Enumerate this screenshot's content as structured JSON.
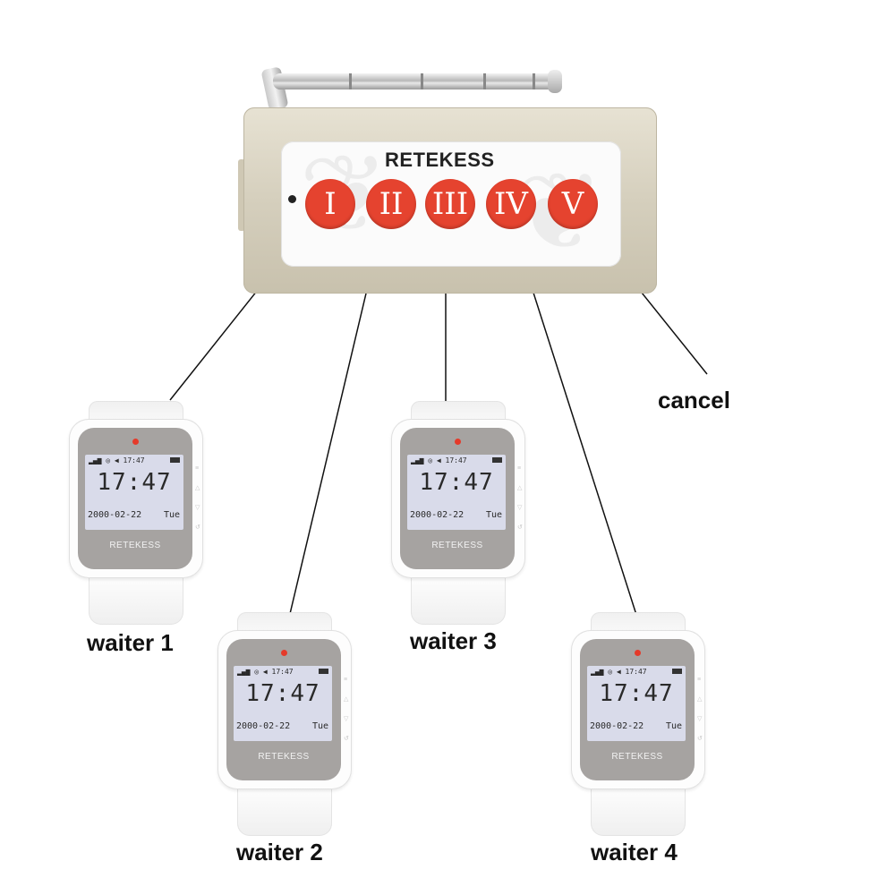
{
  "transmitter": {
    "brand": "RETEKESS",
    "keys": [
      "I",
      "II",
      "III",
      "IV",
      "V"
    ]
  },
  "watches": [
    {
      "status": "17:47",
      "time": "17:47",
      "date": "2000-02-22",
      "day": "Tue",
      "brand": "RETEKESS",
      "label": "waiter 1"
    },
    {
      "status": "17:47",
      "time": "17:47",
      "date": "2000-02-22",
      "day": "Tue",
      "brand": "RETEKESS",
      "label": "waiter 2"
    },
    {
      "status": "17:47",
      "time": "17:47",
      "date": "2000-02-22",
      "day": "Tue",
      "brand": "RETEKESS",
      "label": "waiter 3"
    },
    {
      "status": "17:47",
      "time": "17:47",
      "date": "2000-02-22",
      "day": "Tue",
      "brand": "RETEKESS",
      "label": "waiter 4"
    }
  ],
  "cancel_label": "cancel",
  "colors": {
    "key_red": "#e5432f",
    "device_gold": "#d5cfbd",
    "lcd_bg": "#d9dbea",
    "face_gray": "#a6a3a1"
  }
}
